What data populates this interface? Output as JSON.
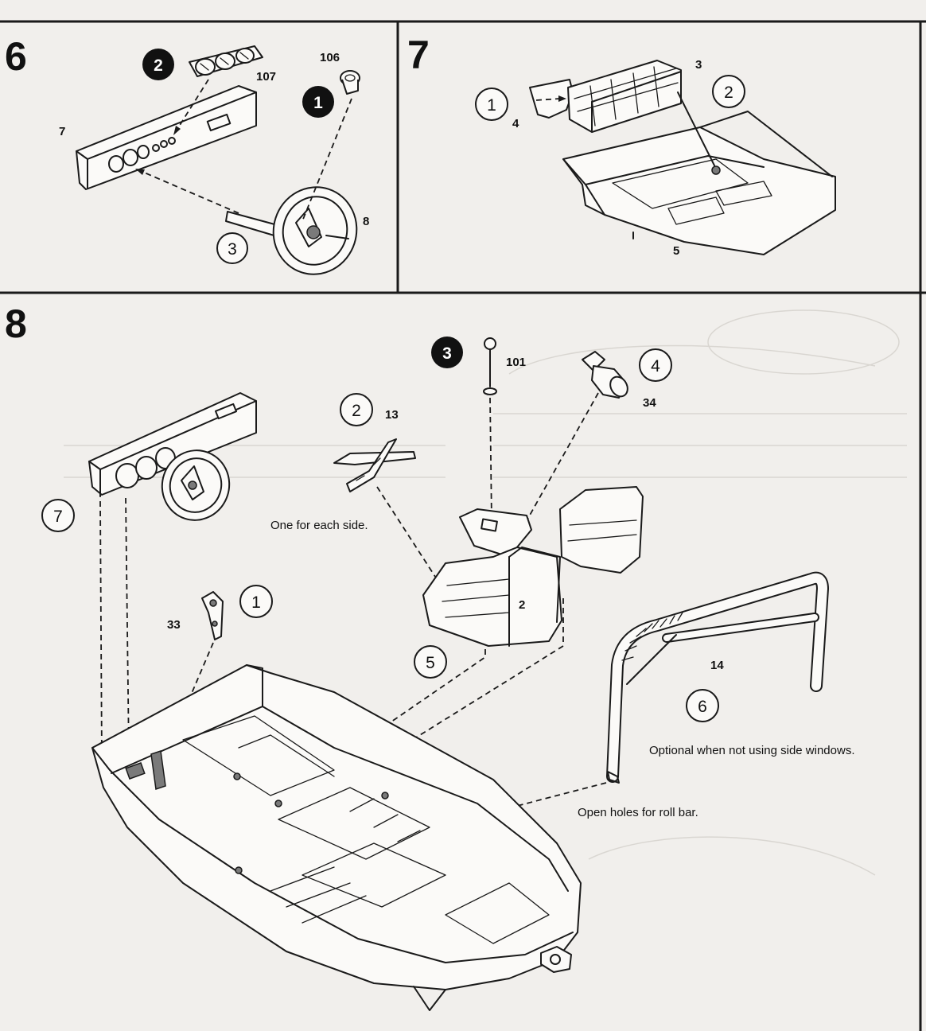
{
  "panels": [
    {
      "number": "6",
      "parts": [
        "107",
        "106",
        "7",
        "8"
      ],
      "steps": [
        {
          "label": "1",
          "style": "filled"
        },
        {
          "label": "2",
          "style": "filled"
        },
        {
          "label": "3",
          "style": "outline"
        }
      ]
    },
    {
      "number": "7",
      "parts": [
        "3",
        "4",
        "5"
      ],
      "steps": [
        {
          "label": "1",
          "style": "outline"
        },
        {
          "label": "2",
          "style": "outline"
        }
      ]
    },
    {
      "number": "8",
      "parts": [
        "101",
        "34",
        "13",
        "2",
        "33",
        "14"
      ],
      "steps": [
        {
          "label": "1",
          "style": "outline"
        },
        {
          "label": "2",
          "style": "outline"
        },
        {
          "label": "3",
          "style": "filled"
        },
        {
          "label": "4",
          "style": "outline"
        },
        {
          "label": "5",
          "style": "outline"
        },
        {
          "label": "6",
          "style": "outline"
        },
        {
          "label": "7",
          "style": "outline"
        }
      ],
      "notes": {
        "seatbelt": "One for each side.",
        "rollbar": "Optional when not using side windows.",
        "holes": "Open holes for roll bar."
      }
    }
  ],
  "colors": {
    "paper": "#f1efec",
    "ink": "#1a1a1a"
  }
}
